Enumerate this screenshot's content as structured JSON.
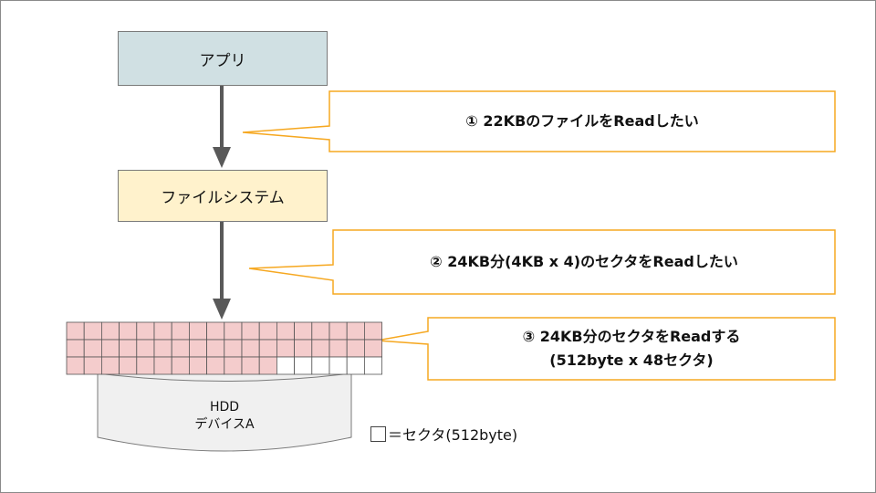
{
  "app_box": {
    "label": "アプリ"
  },
  "fs_box": {
    "label": "ファイルシステム"
  },
  "callouts": {
    "step1": "① 22KBのファイルをReadしたい",
    "step2": "② 24KB分(4KB x 4)のセクタをReadしたい",
    "step3_line1": "③ 24KB分のセクタをReadする",
    "step3_line2": "(512byte x 48セクタ)"
  },
  "hdd": {
    "line1": "HDD",
    "line2": "デバイスA"
  },
  "legend": {
    "label": "＝セクタ(512byte)"
  },
  "sector_grid": {
    "rows": 3,
    "cols": 18,
    "read_sectors": 48
  },
  "colors": {
    "app_fill": "#d0e0e3",
    "fs_fill": "#fff2cc",
    "callout_border": "#f6a821",
    "sector_read": "#f4cccc",
    "arrow": "#595959",
    "disk_fill": "#f0f0f0"
  }
}
